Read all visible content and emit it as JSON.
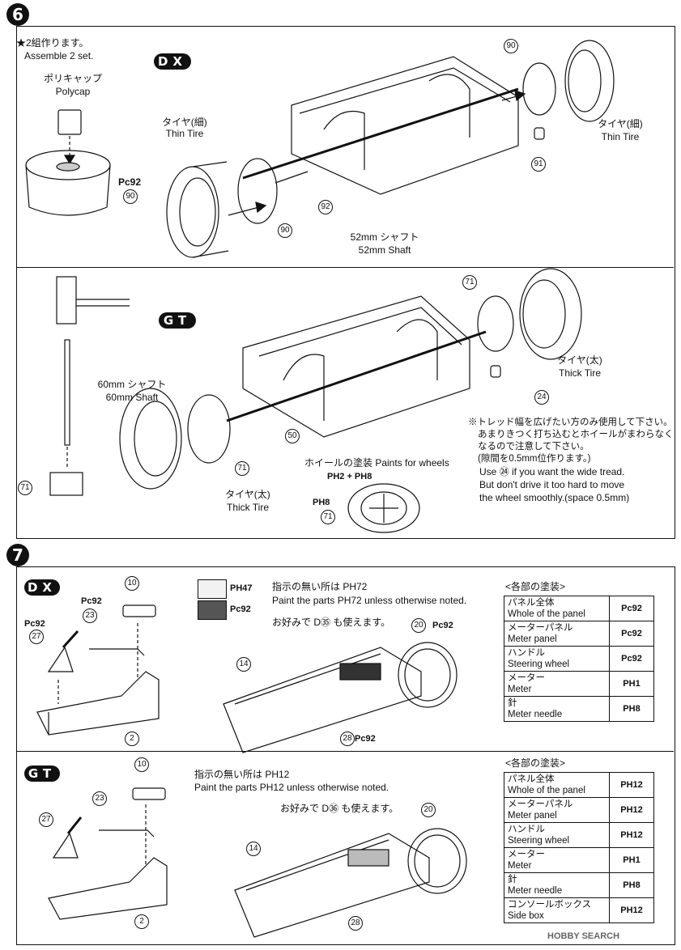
{
  "step6": {
    "number": "6",
    "note_jp": "★2組作ります。",
    "note_en": "Assemble 2 set.",
    "polycap_jp": "ポリキャップ",
    "polycap_en": "Polycap",
    "dx_label": "DX",
    "gt_label": "GT",
    "dx": {
      "thin_tire_left_jp": "タイヤ(細)",
      "thin_tire_left_en": "Thin Tire",
      "thin_tire_right_jp": "タイヤ(細)",
      "thin_tire_right_en": "Thin Tire",
      "shaft_jp": "52mm シャフト",
      "shaft_en": "52mm Shaft",
      "paint_code": "Pc92",
      "parts": [
        "90",
        "90",
        "91",
        "92",
        "90"
      ]
    },
    "gt": {
      "shaft_jp": "60mm シャフト",
      "shaft_en": "60mm Shaft",
      "thick_tire_right_jp": "タイヤ(太)",
      "thick_tire_right_en": "Thick Tire",
      "thick_tire_left_jp": "タイヤ(太)",
      "thick_tire_left_en": "Thick Tire",
      "wheel_paint_title": "ホイールの塗装 Paints for wheels",
      "wheel_paint_codes": "PH2 + PH8",
      "wheel_paint_code2": "PH8",
      "parts": [
        "71",
        "24",
        "50",
        "71",
        "71",
        "71"
      ],
      "tread_note_jp1": "※トレッド幅を広げたい方のみ使用して下さい。",
      "tread_note_jp2": "あまりきつく打ち込むとホイールがまわらなく",
      "tread_note_jp3": "なるので注意して下さい。",
      "tread_note_jp4": "(隙間を0.5mm位作ります。)",
      "tread_note_en1": "Use ㉔ if you want the wide tread.",
      "tread_note_en2": "But don't drive it too hard to move",
      "tread_note_en3": "the wheel smoothly.(space 0.5mm)"
    }
  },
  "step7": {
    "number": "7",
    "dx_label": "DX",
    "gt_label": "GT",
    "legend": [
      {
        "code": "PH47",
        "color": "#f2f2f2"
      },
      {
        "code": "Pc92",
        "color": "#555555"
      }
    ],
    "dx": {
      "instruction_jp": "指示の無い所は PH72",
      "instruction_en": "Paint the parts PH72 unless otherwise noted.",
      "optional_jp": "お好みで D㉟ も使えます。",
      "labels": {
        "pc92_a": "Pc92",
        "pc92_b": "Pc92",
        "pc92_c": "Pc92",
        "pc92_d": "Pc92"
      },
      "parts": [
        "10",
        "23",
        "27",
        "2",
        "14",
        "20",
        "28"
      ],
      "table_title": "<各部の塗装>",
      "table": [
        {
          "jp": "パネル全体",
          "en": "Whole of the panel",
          "code": "Pc92"
        },
        {
          "jp": "メーターパネル",
          "en": "Meter panel",
          "code": "Pc92"
        },
        {
          "jp": "ハンドル",
          "en": "Steering wheel",
          "code": "Pc92"
        },
        {
          "jp": "メーター",
          "en": "Meter",
          "code": "PH1"
        },
        {
          "jp": "針",
          "en": "Meter needle",
          "code": "PH8"
        }
      ]
    },
    "gt": {
      "instruction_jp": "指示の無い所は PH12",
      "instruction_en": "Paint the parts PH12 unless otherwise noted.",
      "optional_jp": "お好みで D㊱ も使えます。",
      "parts": [
        "10",
        "23",
        "27",
        "2",
        "14",
        "20",
        "28"
      ],
      "table_title": "<各部の塗装>",
      "table": [
        {
          "jp": "パネル全体",
          "en": "Whole of the panel",
          "code": "PH12"
        },
        {
          "jp": "メーターパネル",
          "en": "Meter panel",
          "code": "PH12"
        },
        {
          "jp": "ハンドル",
          "en": "Steering wheel",
          "code": "PH12"
        },
        {
          "jp": "メーター",
          "en": "Meter",
          "code": "PH1"
        },
        {
          "jp": "針",
          "en": "Meter needle",
          "code": "PH8"
        },
        {
          "jp": "コンソールボックス",
          "en": "Side box",
          "code": "PH12"
        }
      ]
    }
  },
  "watermark": "HOBBY SEARCH"
}
